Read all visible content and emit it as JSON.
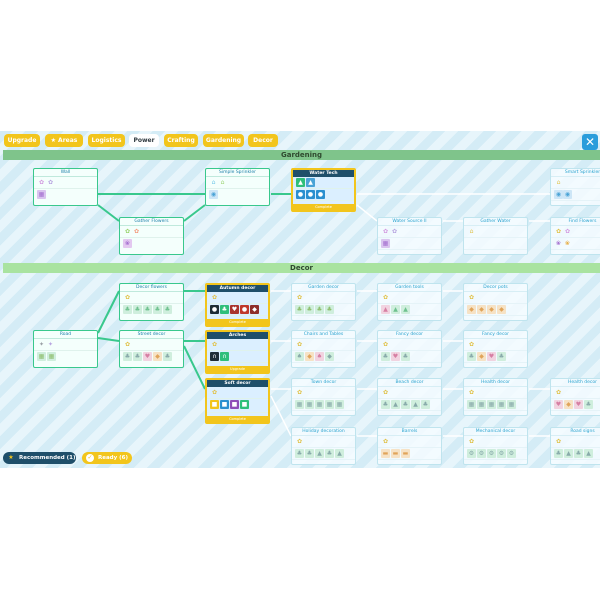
{
  "tabs": [
    {
      "label": "Upgrade",
      "active": false
    },
    {
      "label": "Areas",
      "active": false
    },
    {
      "label": "Logistics",
      "active": false
    },
    {
      "label": "Power",
      "active": true
    },
    {
      "label": "Crafting",
      "active": false
    },
    {
      "label": "Gardening",
      "active": false
    },
    {
      "label": "Decor",
      "active": false
    }
  ],
  "close_icon": "close-x-icon",
  "sections": {
    "gardening": "Gardening",
    "decor": "Decor"
  },
  "nodes": {
    "wall": "Wall",
    "simple_sprinkler": "Simple Sprinkler",
    "water_tech": "Water Tech",
    "smart_sprinkler": "Smart Sprinkler",
    "gather_flowers": "Gather Flowers",
    "water_source_ii": "Water Source II",
    "gather_water": "Gather Water",
    "find_flowers": "Find Flowers",
    "decor_flowers": "Decor flowers",
    "autumn_decor": "Autumn decor",
    "garden_decor": "Garden decor",
    "garden_tools": "Garden tools",
    "decor_pots": "Decor pots",
    "road": "Road",
    "street_decor": "Street decor",
    "arches": "Arches",
    "chairs_and_tables": "Chairs and Tables",
    "fancy_decor_1": "Fancy decor",
    "fancy_decor_2": "Fancy decor",
    "soft_decor": "Soft decor",
    "town_decor": "Town decor",
    "beach_decor": "Beach decor",
    "health_decor_1": "Health decor",
    "health_decor_2": "Health decor",
    "holiday_decoration": "Holiday decoration",
    "barrels": "Barrels",
    "mechanical_decor": "Mechanical decor",
    "road_signs": "Road signs"
  },
  "selected_footer": "Complete",
  "arches_footer": "Upgrade",
  "soft_footer": "Complete",
  "bottom": {
    "recommended": "Recommended (1)",
    "ready": "Ready (6)"
  },
  "colors": {
    "accent_yellow": "#f2c51c",
    "unlocked_green": "#39c88d",
    "header_navy": "#1f4f6a",
    "close_blue": "#2a9ddb"
  }
}
